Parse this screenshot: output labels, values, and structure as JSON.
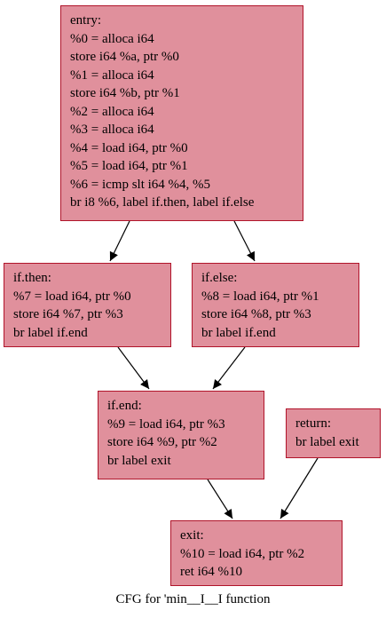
{
  "graph": {
    "caption": "CFG for 'min__I__I function",
    "node_fill": "#e0909c",
    "node_border": "#b0142a",
    "nodes": {
      "entry": {
        "lines": [
          "entry:",
          "%0 = alloca i64",
          "store i64 %a, ptr %0",
          "%1 = alloca i64",
          "store i64 %b, ptr %1",
          "%2 = alloca i64",
          "%3 = alloca i64",
          "%4 = load i64, ptr %0",
          "%5 = load i64, ptr %1",
          "%6 = icmp slt i64 %4, %5",
          "br i8 %6, label if.then, label if.else"
        ]
      },
      "if_then": {
        "lines": [
          "if.then:",
          "%7 = load i64, ptr %0",
          "store i64 %7, ptr %3",
          "br label if.end"
        ]
      },
      "if_else": {
        "lines": [
          "if.else:",
          "%8 = load i64, ptr %1",
          "store i64 %8, ptr %3",
          "br label if.end"
        ]
      },
      "if_end": {
        "lines": [
          "if.end:",
          "%9 = load i64, ptr %3",
          "store i64 %9, ptr %2",
          "br label exit"
        ]
      },
      "return": {
        "lines": [
          "return:",
          "br label exit"
        ]
      },
      "exit": {
        "lines": [
          "exit:",
          "%10 = load i64, ptr %2",
          "ret i64 %10"
        ]
      }
    },
    "edges": [
      {
        "from": "entry",
        "to": "if_then"
      },
      {
        "from": "entry",
        "to": "if_else"
      },
      {
        "from": "if_then",
        "to": "if_end"
      },
      {
        "from": "if_else",
        "to": "if_end"
      },
      {
        "from": "if_end",
        "to": "exit"
      },
      {
        "from": "return",
        "to": "exit"
      }
    ]
  }
}
